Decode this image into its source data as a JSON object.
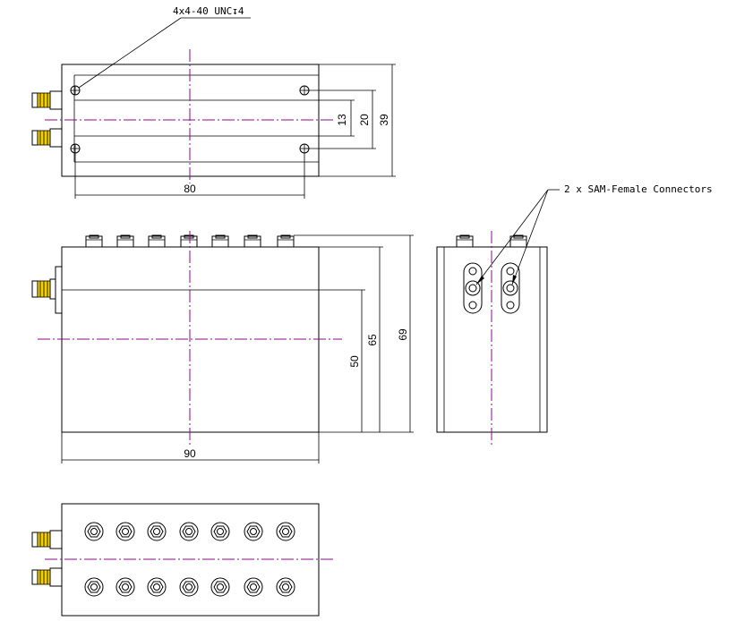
{
  "annotations": {
    "thread_note": "4x4-40 UNC↧4",
    "connector_note": "2 x SAM-Female Connectors"
  },
  "dimensions": {
    "top_view": {
      "gap13": "13",
      "gap20": "20",
      "height39": "39",
      "width80": "80"
    },
    "front_view": {
      "h50": "50",
      "h65": "65",
      "h69": "69",
      "width90": "90"
    }
  },
  "colors": {
    "centerline": "#8b0a8b",
    "connector_band": "#f5d000"
  }
}
